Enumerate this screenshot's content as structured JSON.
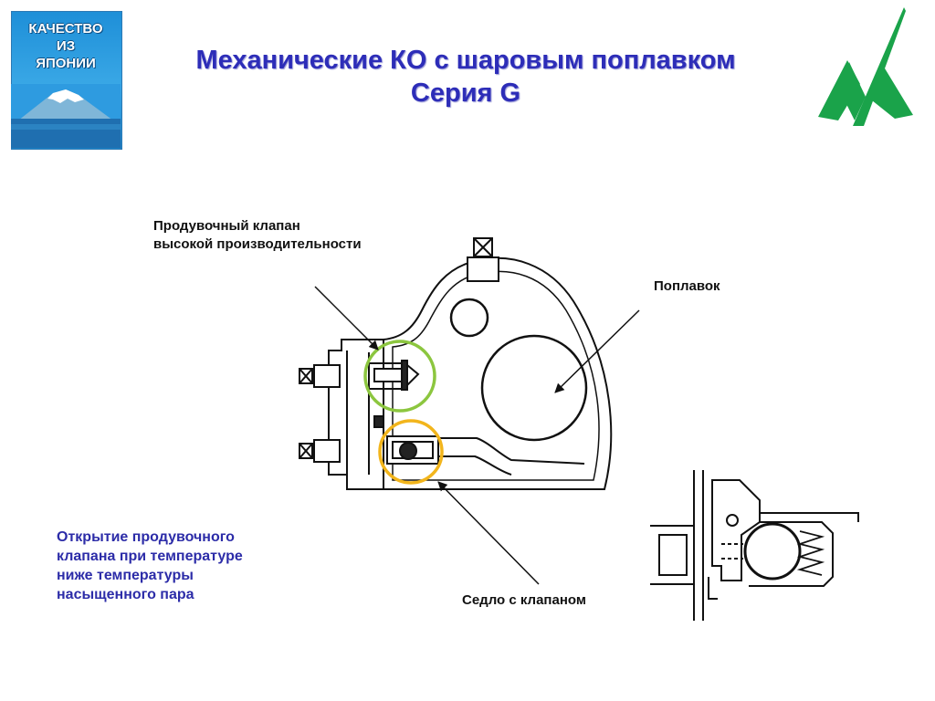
{
  "badge": {
    "lines": [
      "КАЧЕСТВО",
      "ИЗ",
      "ЯПОНИИ"
    ]
  },
  "header": {
    "title_line1": "Механические КО с шаровым поплавком",
    "title_line2": "Серия G"
  },
  "logo": {
    "icon": "green-m-logo-icon",
    "color": "#1aa34a"
  },
  "labels": {
    "blowoff_valve_line1": "Продувочный клапан",
    "blowoff_valve_line2": "высокой производительности",
    "float": "Поплавок",
    "seat_with_valve": "Седло с клапаном"
  },
  "note": {
    "lines": [
      "Открытие продувочного",
      "клапана при температуре",
      "ниже температуры",
      "насыщенного пара"
    ]
  },
  "colors": {
    "title": "#2d2db8",
    "note": "#2c2ca8",
    "green_highlight": "#8cc63f",
    "yellow_highlight": "#f2b51c"
  }
}
